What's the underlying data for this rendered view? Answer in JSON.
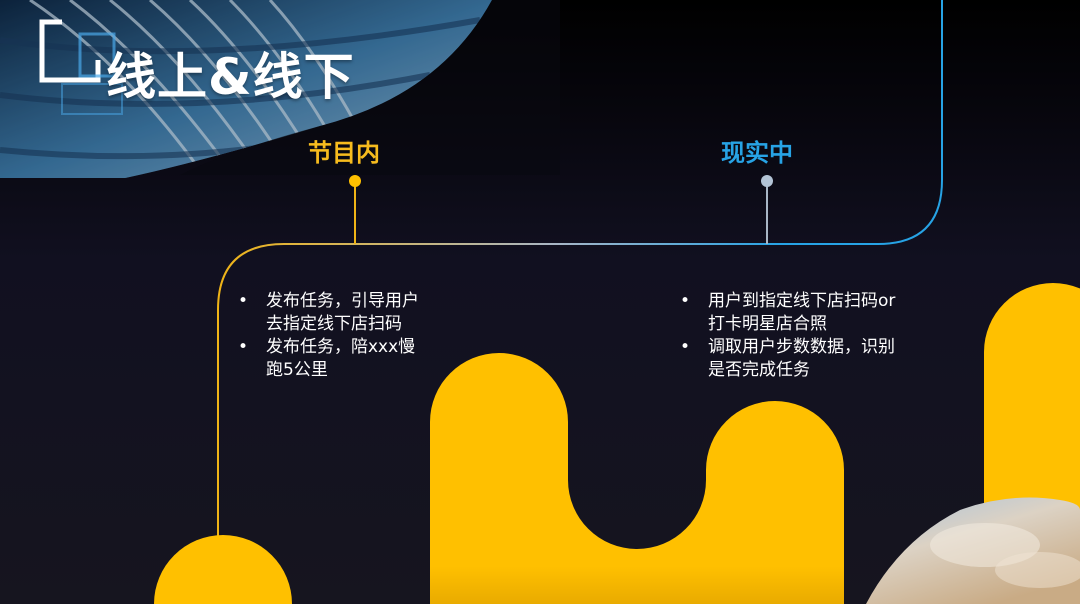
{
  "title": "线上&线下",
  "online": {
    "label": "节目内",
    "bullets": [
      "发布任务，引导用户去指定线下店扫码",
      "发布任务，陪xxx慢跑5公里"
    ]
  },
  "offline": {
    "label": "现实中",
    "bullets": [
      "用户到指定线下店扫码or打卡明星店合照",
      "调取用户步数数据，识别是否完成任务"
    ]
  },
  "colors": {
    "accent_yellow": "#ffc000",
    "accent_blue": "#27a3e5",
    "background": "#16151f"
  }
}
